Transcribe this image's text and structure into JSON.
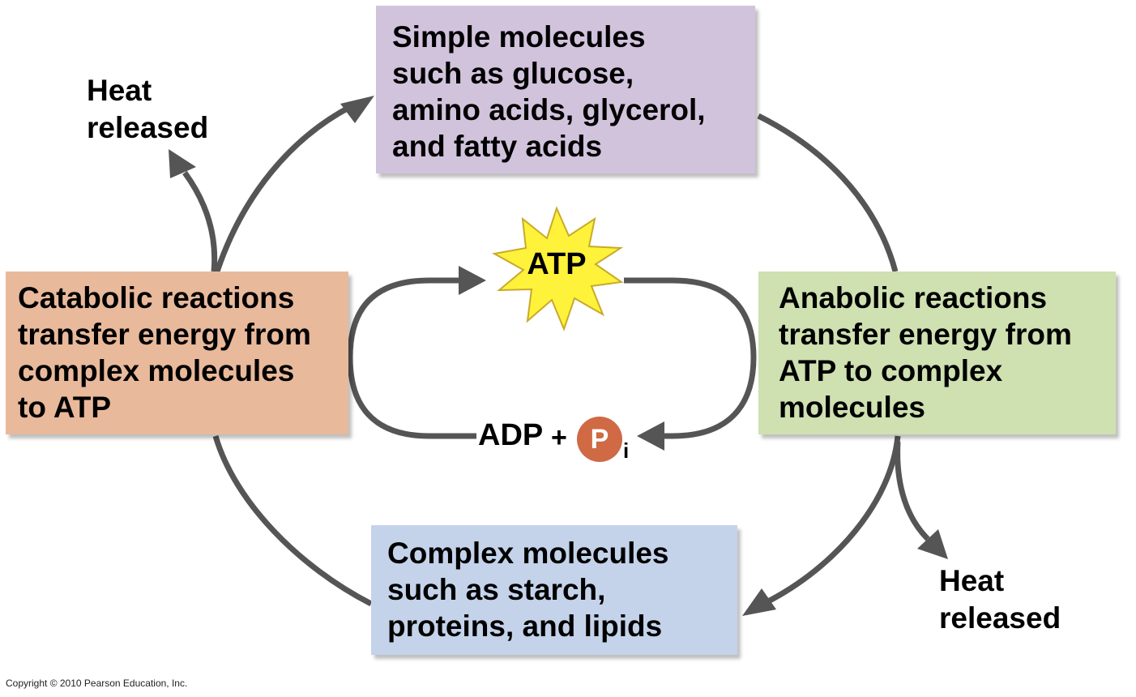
{
  "boxes": {
    "simple": {
      "lines": [
        "Simple molecules",
        "such as glucose,",
        "amino acids, glycerol,",
        "and fatty acids"
      ],
      "color": "#d2c3dd"
    },
    "catabolic": {
      "lines": [
        "Catabolic reactions",
        "transfer energy from",
        "complex molecules",
        "to ATP"
      ],
      "color": "#e9b99b"
    },
    "anabolic": {
      "lines": [
        "Anabolic reactions",
        "transfer energy from",
        "ATP to complex",
        "molecules"
      ],
      "color": "#cfe0b1"
    },
    "complex": {
      "lines": [
        "Complex molecules",
        "such as starch,",
        "proteins, and lipids"
      ],
      "color": "#c4d3ea"
    }
  },
  "heat_top": {
    "lines": [
      "Heat",
      "released"
    ]
  },
  "heat_bottom": {
    "lines": [
      "Heat",
      "released"
    ]
  },
  "center": {
    "atp": "ATP",
    "adp": "ADP",
    "plus": "+",
    "phosphate": "P",
    "phosphate_sub": "i",
    "star_color": "#fff23a",
    "phosphate_color": "#cf6a45"
  },
  "arrow_color": "#555555",
  "icons": {
    "atp_burst": "starburst-icon",
    "phosphate": "phosphate-circle-icon"
  },
  "footer": {
    "copyright": "Copyright © 2010 Pearson Education, Inc."
  }
}
